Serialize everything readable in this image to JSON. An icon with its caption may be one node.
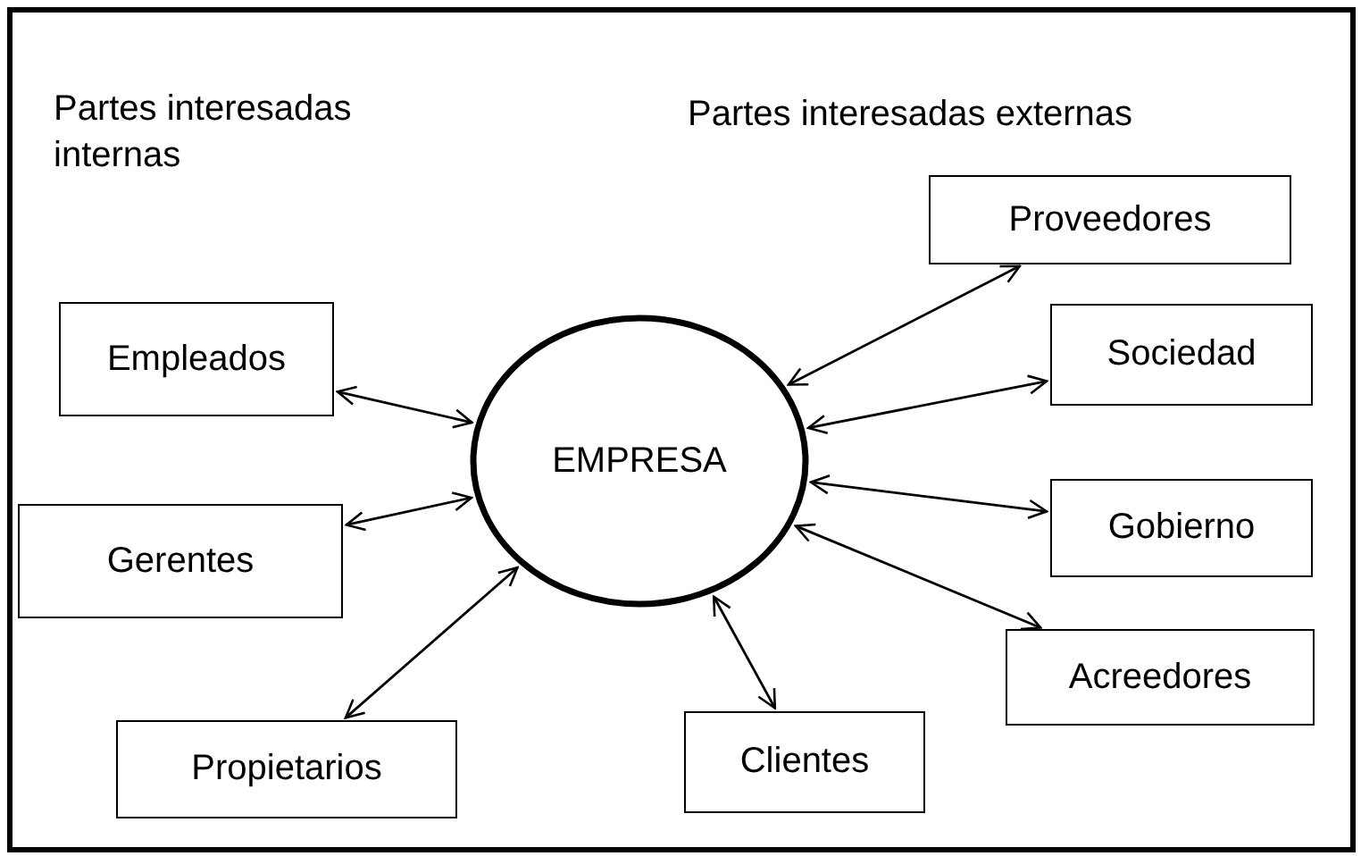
{
  "diagram": {
    "nodes": [
      {
        "text": [
          "EMPRESA"
        ]
      },
      {
        "text": [
          "Empleados"
        ]
      },
      {
        "text": [
          "Gerentes"
        ]
      },
      {
        "text": [
          "Propietarios"
        ]
      },
      {
        "text": [
          "Proveedores"
        ]
      },
      {
        "text": [
          "Sociedad"
        ]
      },
      {
        "text": [
          "Gobierno"
        ]
      },
      {
        "text": [
          "Acreedores"
        ]
      },
      {
        "text": [
          "Clientes"
        ]
      }
    ],
    "edges": [
      {
        "from": 0,
        "to": 1,
        "arrow": "both"
      },
      {
        "from": 0,
        "to": 2,
        "arrow": "both"
      },
      {
        "from": 0,
        "to": 3,
        "arrow": "both"
      },
      {
        "from": 0,
        "to": 4,
        "arrow": "both"
      },
      {
        "from": 0,
        "to": 5,
        "arrow": "both"
      },
      {
        "from": 0,
        "to": 6,
        "arrow": "both"
      },
      {
        "from": 0,
        "to": 7,
        "arrow": "both"
      },
      {
        "from": 0,
        "to": 8,
        "arrow": "both"
      }
    ],
    "labels": [
      "Partes interesadas internas",
      "Partes interesadas externas"
    ]
  }
}
